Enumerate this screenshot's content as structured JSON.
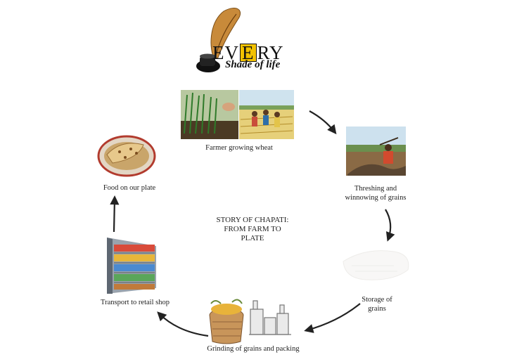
{
  "logo": {
    "brand_pre": "EV",
    "brand_letter": "E",
    "brand_post": "RY",
    "tagline": "Shade of life"
  },
  "center_title": [
    "STORY OF CHAPATI:",
    "FROM FARM TO",
    "PLATE"
  ],
  "steps": [
    {
      "id": "farmer",
      "label": "Farmer growing wheat"
    },
    {
      "id": "threshing",
      "label": "Threshing and winnowing of grains"
    },
    {
      "id": "storage",
      "label": "Storage of grains"
    },
    {
      "id": "grinding",
      "label": "Grinding of grains and packing"
    },
    {
      "id": "transport",
      "label": "Transport to retail shop"
    },
    {
      "id": "food",
      "label": "Food on our plate"
    }
  ]
}
